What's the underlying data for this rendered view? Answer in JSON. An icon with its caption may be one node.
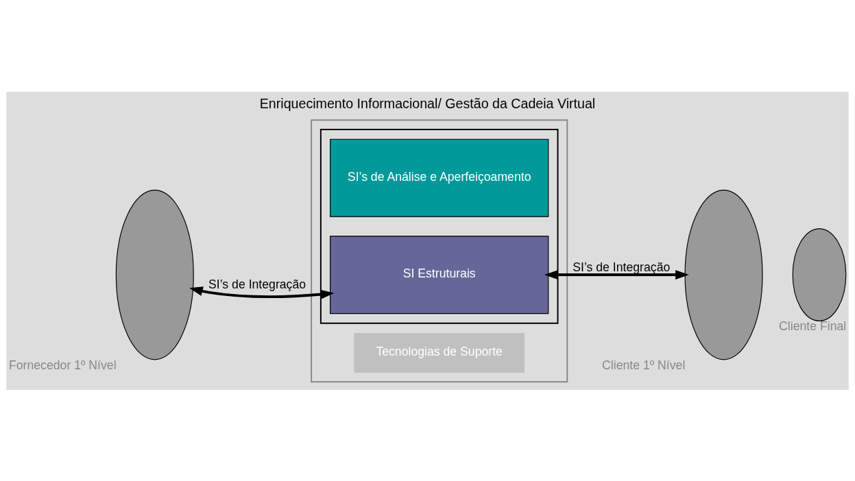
{
  "diagram": {
    "title": "Enriquecimento Informacional/ Gestão da Cadeia Virtual",
    "nodes": [
      {
        "text": [],
        "shape": "box"
      },
      {
        "text": [],
        "shape": "box",
        "in": 0
      },
      {
        "text": [
          "SI’s de Análise e Aperfeiçoamento"
        ],
        "in": 1
      },
      {
        "text": [
          "SI Estruturais"
        ],
        "in": 1
      },
      {
        "text": [
          "Tecnologias de Suporte"
        ],
        "in": 0
      },
      {
        "text": [],
        "shape": "ellipse",
        "beside": [
          "Fornecedor 1º Nível"
        ]
      },
      {
        "text": [],
        "shape": "ellipse",
        "beside": [
          "Cliente 1º Nível"
        ]
      },
      {
        "text": [],
        "shape": "ellipse",
        "beside": [
          "Cliente Final"
        ]
      }
    ],
    "edges": [
      {
        "from": 5,
        "to": 3,
        "arrow": "both",
        "label": "SI’s de Integração"
      },
      {
        "from": 3,
        "to": 6,
        "arrow": "both",
        "label": "SI’s de Integração"
      }
    ]
  }
}
